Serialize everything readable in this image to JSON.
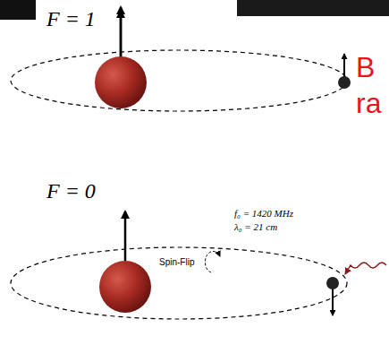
{
  "diagram": {
    "labels": [
      "F = 1",
      "B",
      "ra",
      "F = 0",
      "f₀ = 1420 MHz",
      "λ₀ = 21 cm",
      "Spin-Flip"
    ]
  }
}
